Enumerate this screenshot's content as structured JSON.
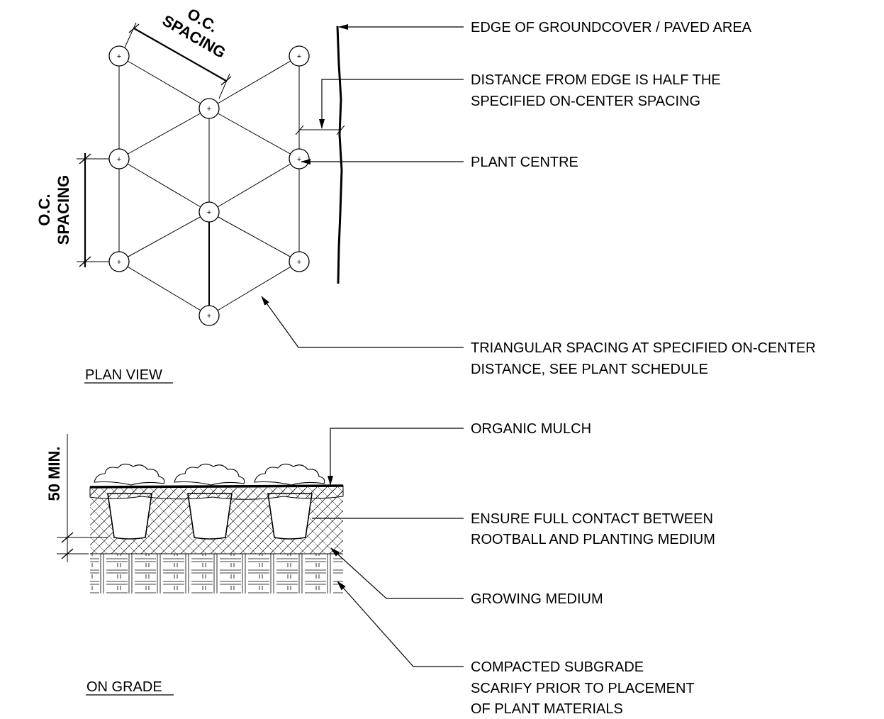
{
  "plan": {
    "oc_top_line1": "O.C.",
    "oc_top_line2": "SPACING",
    "oc_side_line1": "O.C.",
    "oc_side_line2": "SPACING",
    "plant_mark": "+",
    "view_title": "PLAN VIEW"
  },
  "section": {
    "depth_label": "50 MIN.",
    "view_title": "ON GRADE"
  },
  "callouts": {
    "edge": "EDGE OF GROUNDCOVER / PAVED AREA",
    "distance_line1": "DISTANCE FROM EDGE IS HALF THE",
    "distance_line2": "SPECIFIED ON-CENTER SPACING",
    "plant_centre": "PLANT CENTRE",
    "triangular_line1": "TRIANGULAR SPACING AT SPECIFIED ON-CENTER",
    "triangular_line2": "DISTANCE, SEE PLANT SCHEDULE",
    "mulch": "ORGANIC MULCH",
    "contact_line1": "ENSURE FULL CONTACT BETWEEN",
    "contact_line2": "ROOTBALL AND PLANTING MEDIUM",
    "growing": "GROWING MEDIUM",
    "subgrade_line1": "COMPACTED SUBGRADE",
    "subgrade_line2": "SCARIFY PRIOR TO PLACEMENT",
    "subgrade_line3": "OF PLANT MATERIALS"
  }
}
